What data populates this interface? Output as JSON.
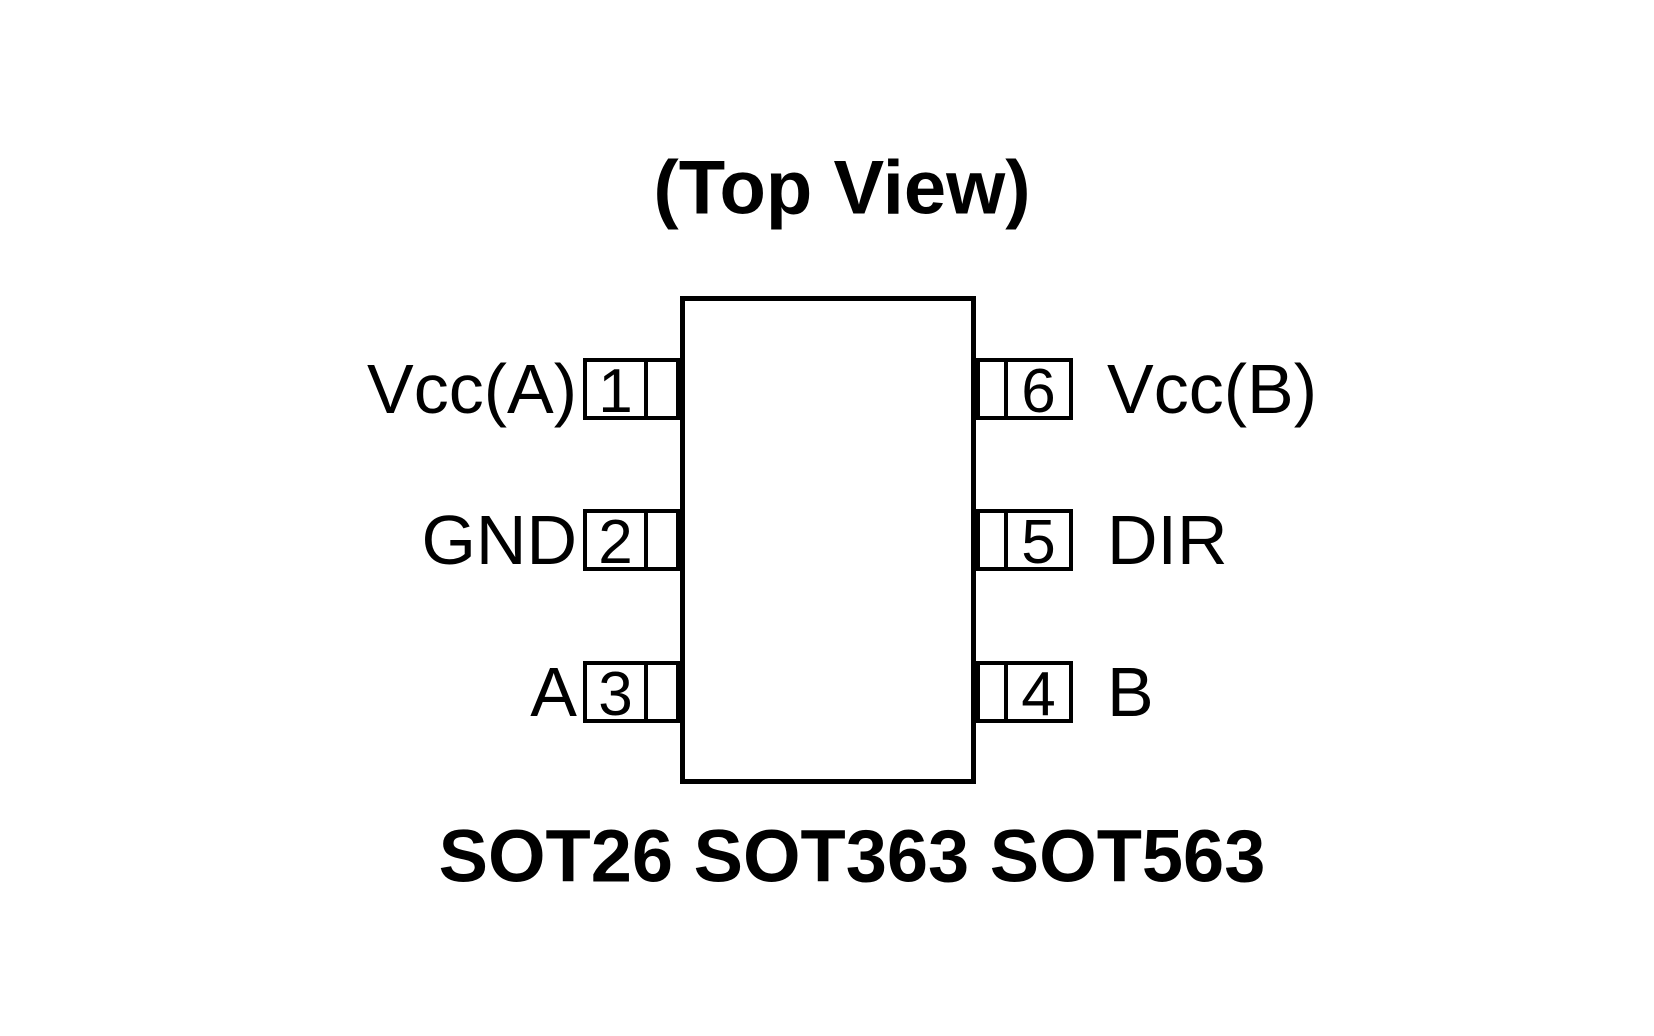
{
  "title": "(Top View)",
  "caption": "SOT26 SOT363 SOT563",
  "colors": {
    "line": "#000000",
    "text": "#000000",
    "background": "#ffffff"
  },
  "ic": {
    "left_pins": [
      {
        "number": "1",
        "label": "Vcc(A)"
      },
      {
        "number": "2",
        "label": "GND"
      },
      {
        "number": "3",
        "label": "A"
      }
    ],
    "right_pins": [
      {
        "number": "6",
        "label": "Vcc(B)"
      },
      {
        "number": "5",
        "label": "DIR"
      },
      {
        "number": "4",
        "label": "B"
      }
    ]
  }
}
